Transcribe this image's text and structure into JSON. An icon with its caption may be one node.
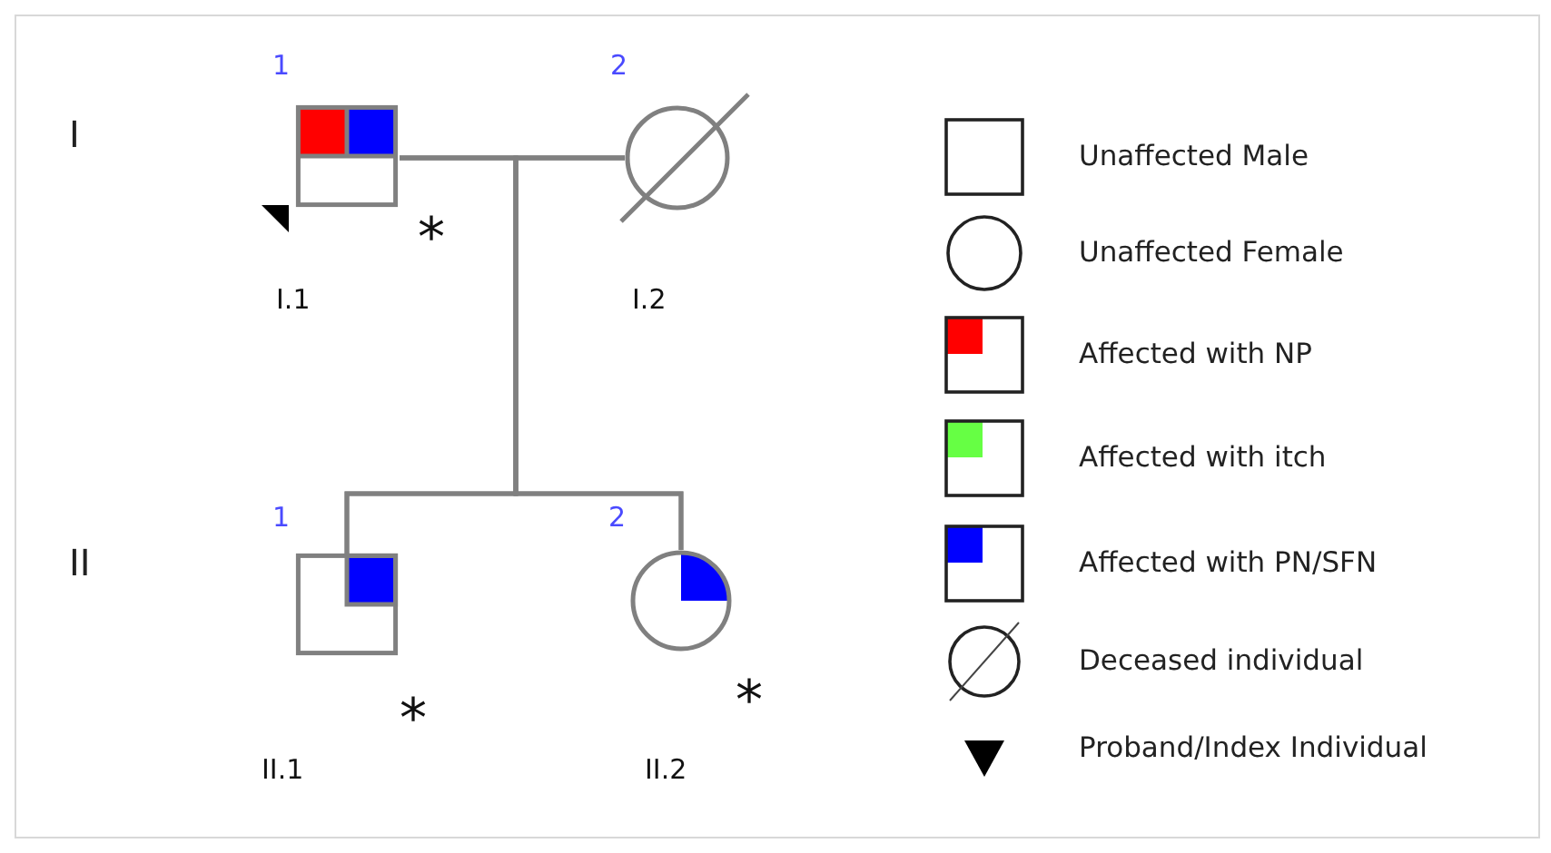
{
  "diagram": {
    "nodes": [
      {
        "text": [
          "1"
        ],
        "beside": [
          "*",
          "I.1"
        ]
      },
      {
        "text": [
          "2"
        ],
        "beside": [
          "I.2"
        ]
      },
      {
        "text": [
          "1"
        ],
        "beside": [
          "*",
          "II.1"
        ]
      },
      {
        "text": [
          "2"
        ],
        "beside": [
          "*",
          "II.2"
        ]
      }
    ],
    "edges": [
      {
        "from": 0,
        "to": 1,
        "arrow": "none"
      },
      {
        "from": 0,
        "to": 2,
        "arrow": "none"
      },
      {
        "from": 0,
        "to": 3,
        "arrow": "none"
      },
      {
        "from": 1,
        "to": 2,
        "arrow": "none"
      },
      {
        "from": 1,
        "to": 3,
        "arrow": "none"
      }
    ],
    "labels": [
      "I",
      "II"
    ],
    "legend": [
      {
        "text": "Unaffected Male"
      },
      {
        "text": "Unaffected Female"
      },
      {
        "text": "Affected with NP",
        "color": "#ff0000"
      },
      {
        "text": "Affected with itch",
        "color": "#66ff44"
      },
      {
        "text": "Affected with PN/SFN",
        "color": "#0000ff"
      },
      {
        "text": "Deceased individual"
      },
      {
        "text": "Proband/Index Individual"
      }
    ]
  }
}
